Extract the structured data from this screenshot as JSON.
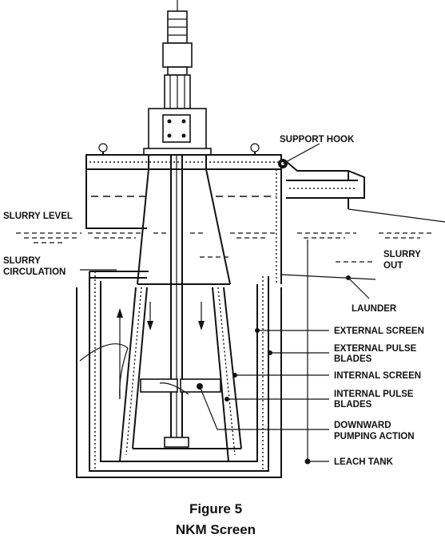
{
  "labels": {
    "support_hook": "SUPPORT HOOK",
    "slurry_level": "SLURRY LEVEL",
    "slurry_circulation_1": "SLURRY",
    "slurry_circulation_2": "CIRCULATION",
    "slurry_out_1": "SLURRY",
    "slurry_out_2": "OUT",
    "launder": "LAUNDER",
    "external_screen": "EXTERNAL SCREEN",
    "external_pulse_blades_1": "EXTERNAL PULSE",
    "external_pulse_blades_2": "BLADES",
    "internal_screen": "INTERNAL SCREEN",
    "internal_pulse_blades_1": "INTERNAL PULSE",
    "internal_pulse_blades_2": "BLADES",
    "downward_pumping_1": "DOWNWARD",
    "downward_pumping_2": "PUMPING ACTION",
    "leach_tank": "LEACH TANK"
  },
  "caption": {
    "line1": "Figure 5",
    "line2": "NKM Screen"
  }
}
